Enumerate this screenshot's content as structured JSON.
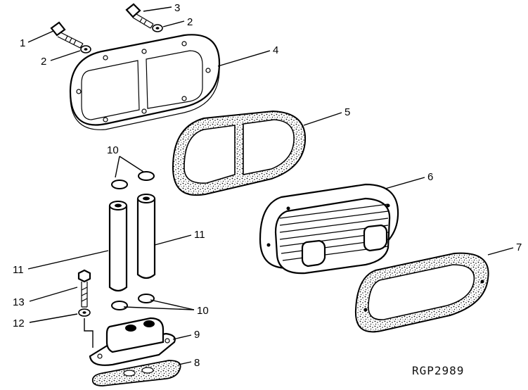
{
  "diagram": {
    "figure_code": "RGP2989",
    "callouts": {
      "c1": "1",
      "c2a": "2",
      "c2b": "2",
      "c3": "3",
      "c4": "4",
      "c5": "5",
      "c6": "6",
      "c7": "7",
      "c8": "8",
      "c9": "9",
      "c10a": "10",
      "c10b": "10",
      "c11a": "11",
      "c11b": "11",
      "c12": "12",
      "c13": "13"
    }
  }
}
